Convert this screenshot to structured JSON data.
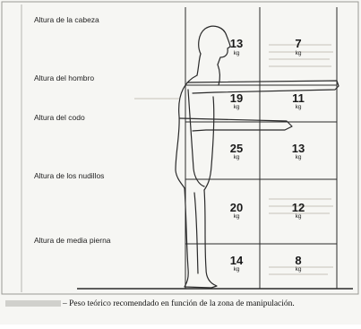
{
  "zones": [
    {
      "label": "Altura de la cabeza",
      "value_left": "13",
      "value_right": "7",
      "unit": "kg"
    },
    {
      "label": "Altura del hombro",
      "value_left": "19",
      "value_right": "11",
      "unit": "kg"
    },
    {
      "label": "Altura del codo",
      "value_left": "25",
      "value_right": "13",
      "unit": "kg"
    },
    {
      "label": "Altura de los nudillos",
      "value_left": "20",
      "value_right": "12",
      "unit": "kg"
    },
    {
      "label": "Altura de media pierna",
      "value_left": "14",
      "value_right": "8",
      "unit": "kg"
    }
  ],
  "caption": "– Peso teórico recomendado en función de la zona de manipulación.",
  "colors": {
    "line": "#2a2a2a",
    "paper": "#f6f6f3"
  }
}
